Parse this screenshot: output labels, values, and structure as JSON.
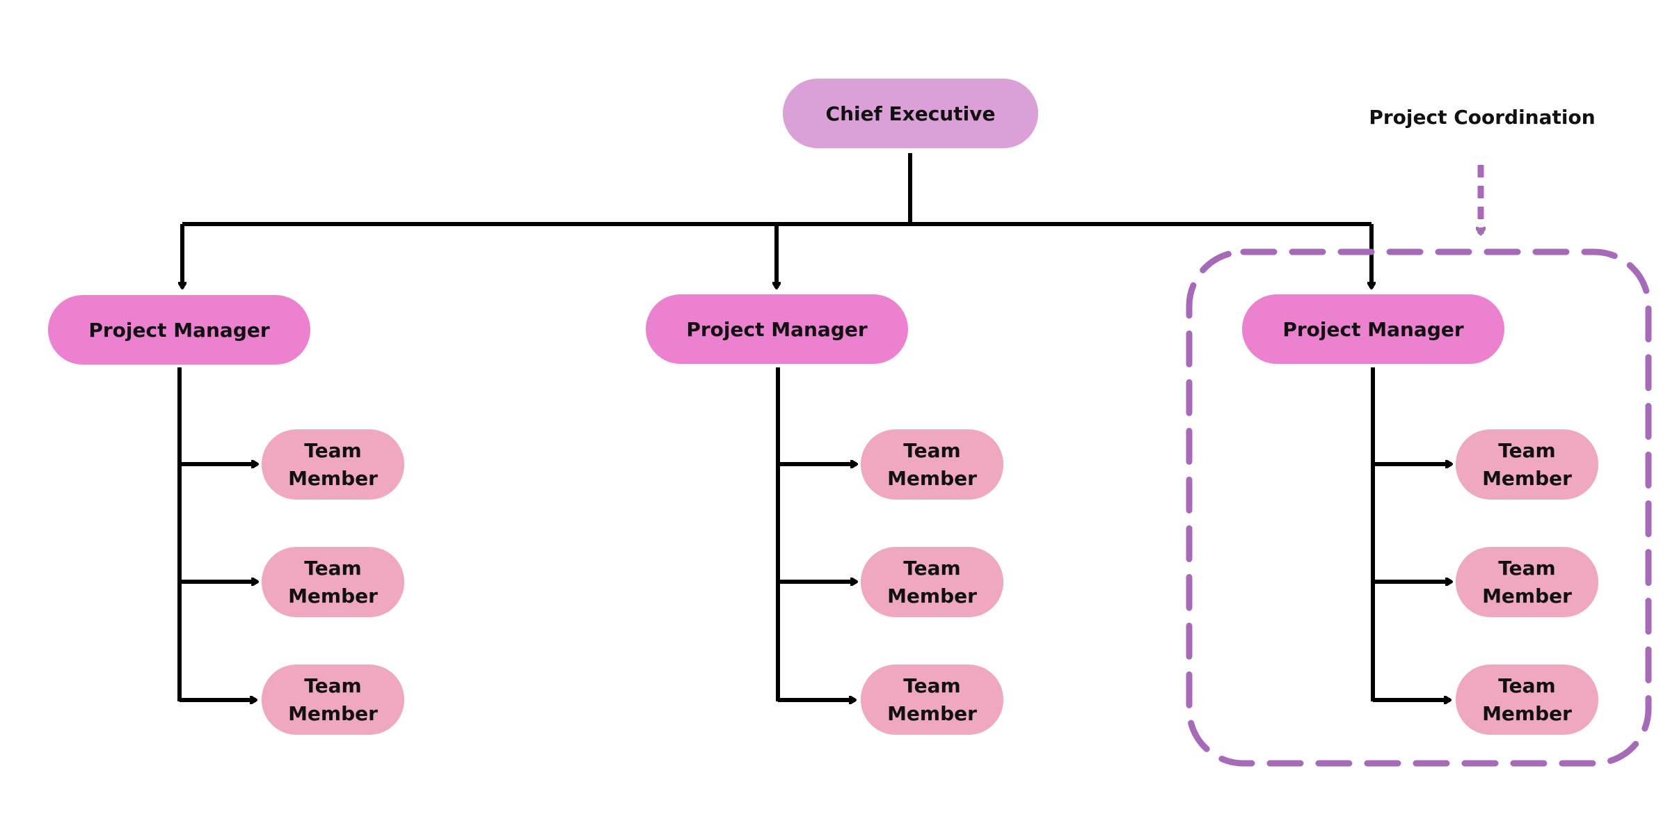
{
  "colors": {
    "ceo": "#dba0d8",
    "manager": "#ec82cf",
    "member": "#efa8c0",
    "connector": "#000000",
    "highlight": "#a66ab8"
  },
  "chief_executive": {
    "label": "Chief Executive"
  },
  "highlight": {
    "label": "Project Coordination",
    "target_group": 2
  },
  "groups": [
    {
      "manager": "Project Manager",
      "members": [
        "Team Member",
        "Team Member",
        "Team Member"
      ]
    },
    {
      "manager": "Project Manager",
      "members": [
        "Team Member",
        "Team Member",
        "Team Member"
      ]
    },
    {
      "manager": "Project Manager",
      "members": [
        "Team Member",
        "Team Member",
        "Team Member"
      ]
    }
  ]
}
